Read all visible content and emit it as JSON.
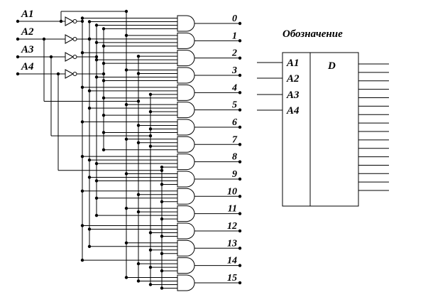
{
  "inputs": [
    "A1",
    "A2",
    "A3",
    "A4"
  ],
  "outputs": [
    "0",
    "1",
    "2",
    "3",
    "4",
    "5",
    "6",
    "7",
    "8",
    "9",
    "10",
    "11",
    "12",
    "13",
    "14",
    "15"
  ],
  "symbol": {
    "title": "Обозначение",
    "type": "D",
    "inputs": [
      "A1",
      "A2",
      "A3",
      "A4"
    ]
  },
  "colors": {
    "line": "#000000",
    "background": "#ffffff"
  }
}
